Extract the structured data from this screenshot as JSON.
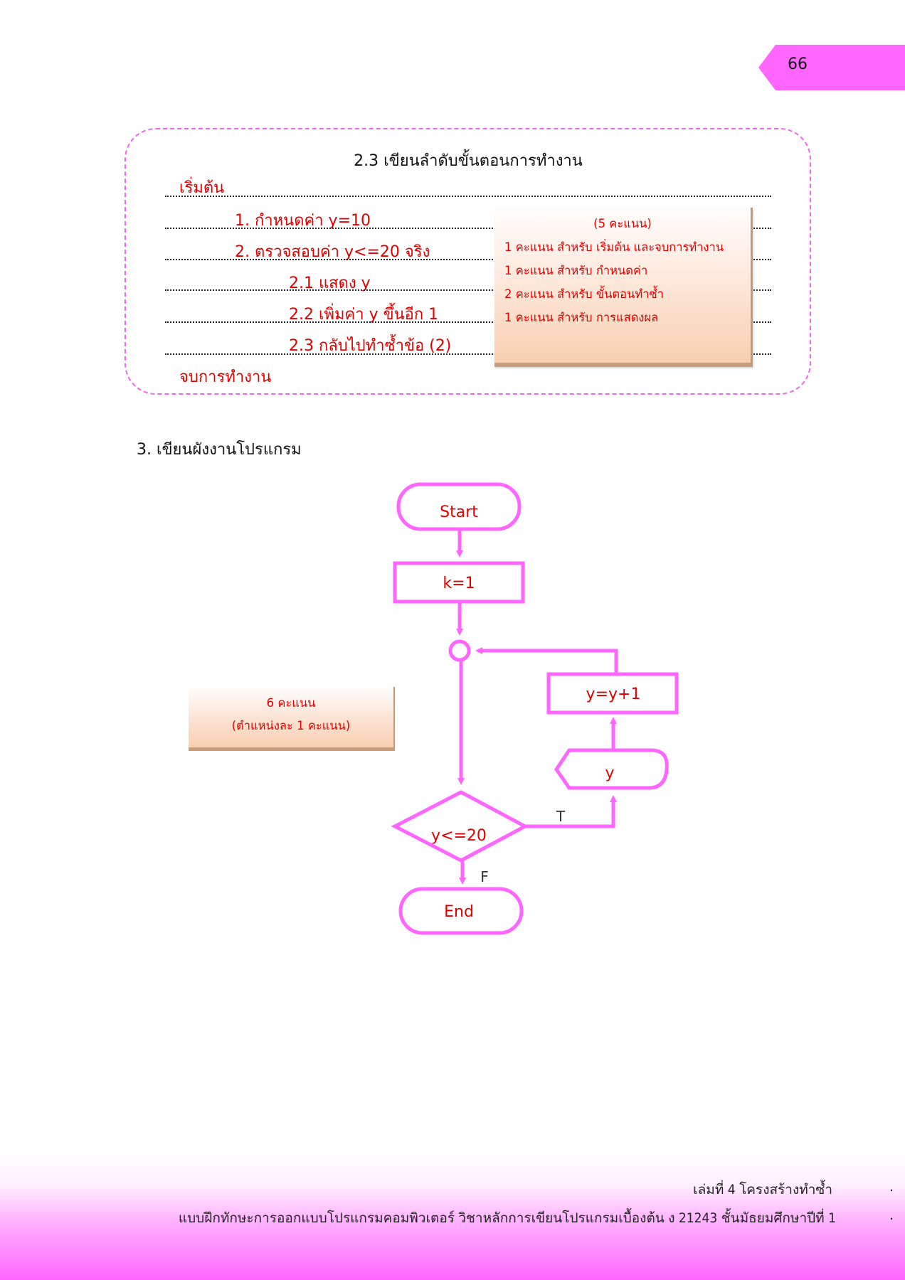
{
  "page_number": "66",
  "answer_box": {
    "title": "2.3 เขียนลำดับขั้นตอนการทำงาน",
    "start": "เริ่มต้น",
    "steps": [
      "1. กำหนดค่า y=10",
      "2. ตรวจสอบค่า  y<=20  จริง",
      "2.1  แสดง  y",
      "2.2  เพิ่มค่า y ขึ้นอีก 1",
      "2.3  กลับไปทำซ้ำข้อ  (2)"
    ],
    "end": "จบการทำงาน"
  },
  "score_note": {
    "heading": "(5 คะแนน)",
    "lines": [
      "1  คะแนน สำหรับ เริ่มต้น และจบการทำงาน",
      "1  คะแนน สำหรับ กำหนดค่า",
      "2  คะแนน สำหรับ ขั้นตอนทำซ้ำ",
      "1  คะแนน สำหรับ การแสดงผล"
    ]
  },
  "section3": {
    "title": "3.  เขียนผังงานโปรแกรม"
  },
  "flowchart_note": {
    "line1": "6 คะแนน",
    "line2": "(ตำแหน่งละ 1 คะแนน)"
  },
  "flowchart": {
    "start": "Start",
    "init": "k=1",
    "increment": "y=y+1",
    "output": "y",
    "decision": "y<=20",
    "true_label": "T",
    "false_label": "F",
    "end": "End",
    "stroke_color": "#ff66ff",
    "text_color": "#e00000"
  },
  "footer": {
    "volume": "เล่มที่ 4 โครงสร้างทำซ้ำ",
    "book": "แบบฝึกทักษะการออกแบบโปรแกรมคอมพิวเตอร์ วิชาหลักการเขียนโปรแกรมเบื้องต้น ง 21243 ชั้นมัธยมศึกษาปีที่ 1",
    "dot": "."
  }
}
